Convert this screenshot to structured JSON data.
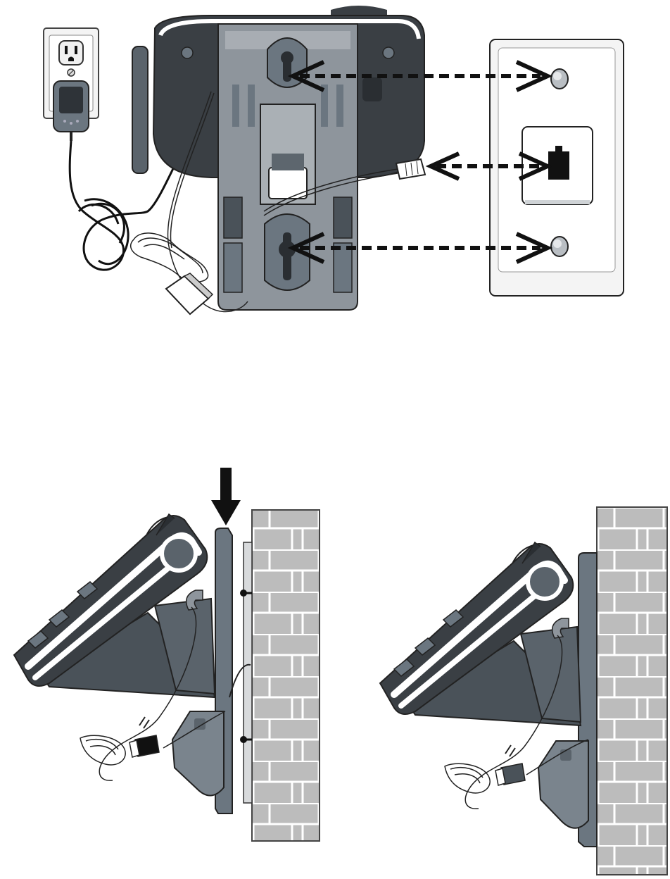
{
  "diagram": {
    "top_panel": {
      "items": [
        "power-outlet",
        "power-adapter",
        "telephone-base-back",
        "wall-mount-bracket",
        "telephone-line-cord",
        "wall-phone-plate",
        "mounting-stud",
        "modular-jack"
      ]
    },
    "bottom_panel": {
      "items": [
        "telephone-base-side",
        "down-arrow",
        "brick-wall",
        "mounting-stud",
        "telephone-line-cord",
        "power-adapter-cord"
      ]
    },
    "colors": {
      "base_dark": "#3a3f44",
      "base_mid": "#6b7680",
      "bracket": "#8e959c",
      "bracket_light": "#b9bec3",
      "brick": "#bcbcbc",
      "mortar": "#ffffff",
      "plate": "#f4f4f4",
      "outline": "#222222",
      "arrow": "#111111"
    }
  }
}
